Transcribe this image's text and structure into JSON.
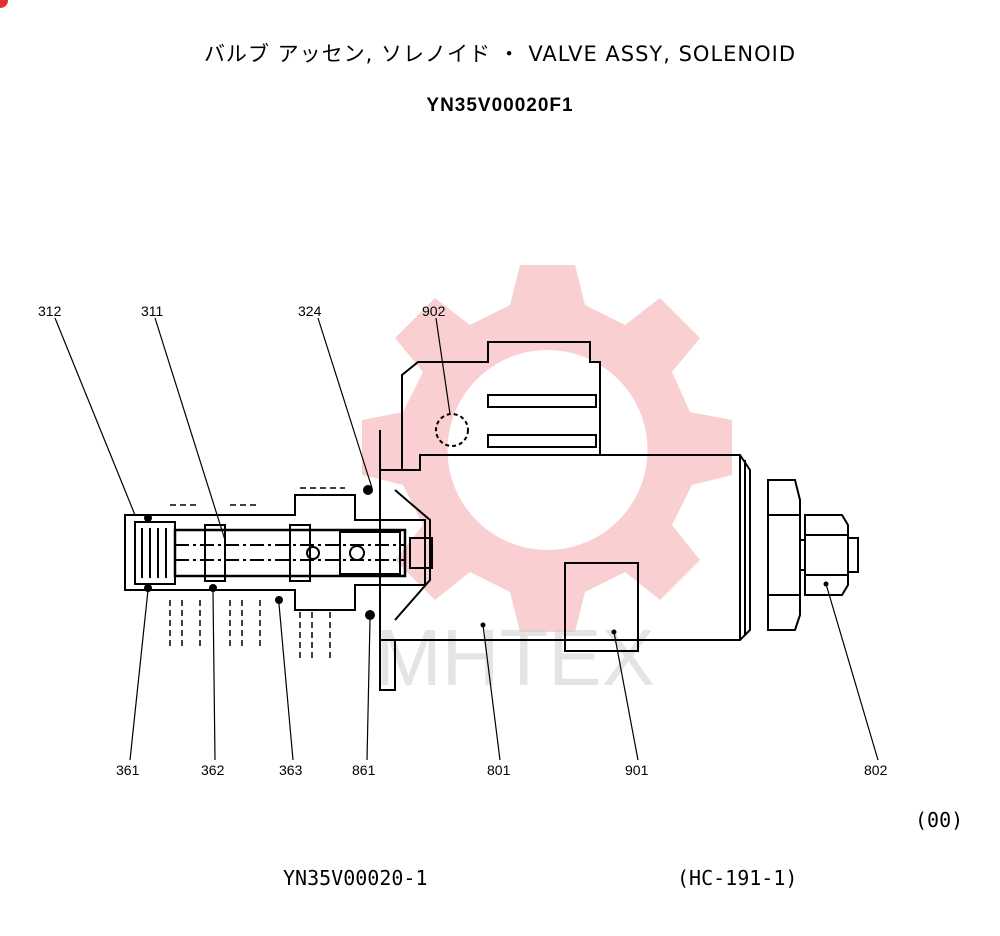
{
  "header": {
    "title": "バルブ アッセン, ソレノイド ・ VALVE ASSY, SOLENOID",
    "part_number": "YN35V00020F1"
  },
  "callouts": [
    {
      "id": "c312",
      "text": "312"
    },
    {
      "id": "c311",
      "text": "311"
    },
    {
      "id": "c324",
      "text": "324"
    },
    {
      "id": "c902",
      "text": "902"
    },
    {
      "id": "c361",
      "text": "361"
    },
    {
      "id": "c362",
      "text": "362"
    },
    {
      "id": "c363",
      "text": "363"
    },
    {
      "id": "c861",
      "text": "861"
    },
    {
      "id": "c801",
      "text": "801"
    },
    {
      "id": "c901",
      "text": "901"
    },
    {
      "id": "c802",
      "text": "802"
    }
  ],
  "watermark": {
    "text": "MHTEX",
    "color": "#e8262c"
  },
  "footer": {
    "revision": "(00)",
    "document_number": "YN35V00020-1",
    "reference": "(HC-191-1)"
  }
}
